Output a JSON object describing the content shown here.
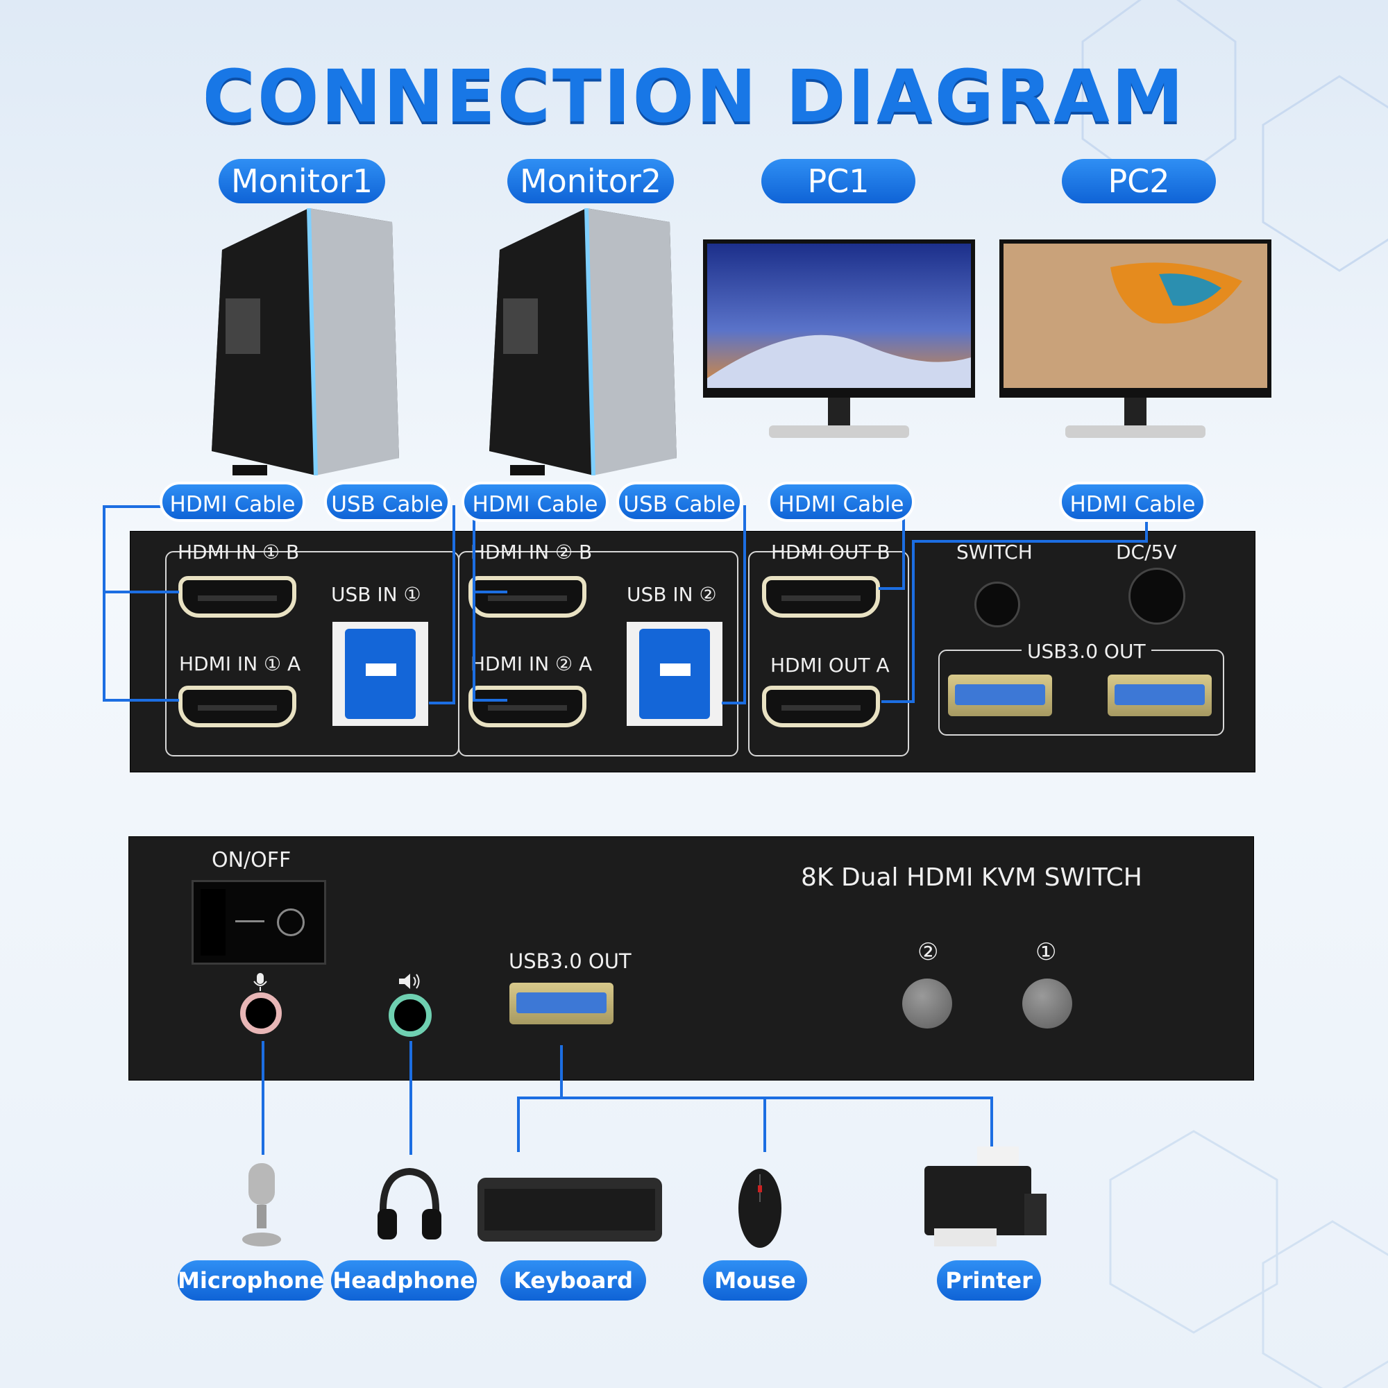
{
  "title": "CONNECTION DIAGRAM",
  "top_labels": [
    "Monitor1",
    "Monitor2",
    "PC1",
    "PC2"
  ],
  "cable_labels": [
    "HDMI Cable",
    "USB Cable",
    "HDMI Cable",
    "USB Cable",
    "HDMI Cable",
    "HDMI Cable"
  ],
  "back_panel": {
    "hdmi_in_1b": "HDMI IN ① B",
    "hdmi_in_1a": "HDMI IN ① A",
    "usb_in_1": "USB IN ①",
    "hdmi_in_2b": "HDMI IN ② B",
    "hdmi_in_2a": "HDMI IN ② A",
    "usb_in_2": "USB IN ②",
    "hdmi_out_b": "HDMI OUT B",
    "hdmi_out_a": "HDMI OUT A",
    "switch": "SWITCH",
    "dc": "DC/5V",
    "usb_out": "USB3.0 OUT"
  },
  "front_panel": {
    "on_off": "ON/OFF",
    "product_name": "8K Dual HDMI KVM SWITCH",
    "usb_out": "USB3.0 OUT",
    "btn_2": "②",
    "btn_1": "①"
  },
  "devices": [
    "Microphone",
    "Headphone",
    "Keyboard",
    "Mouse",
    "Printer"
  ],
  "colors": {
    "accent": "#1877e6",
    "wire": "#1c6ee2",
    "panel": "#1c1c1c"
  }
}
